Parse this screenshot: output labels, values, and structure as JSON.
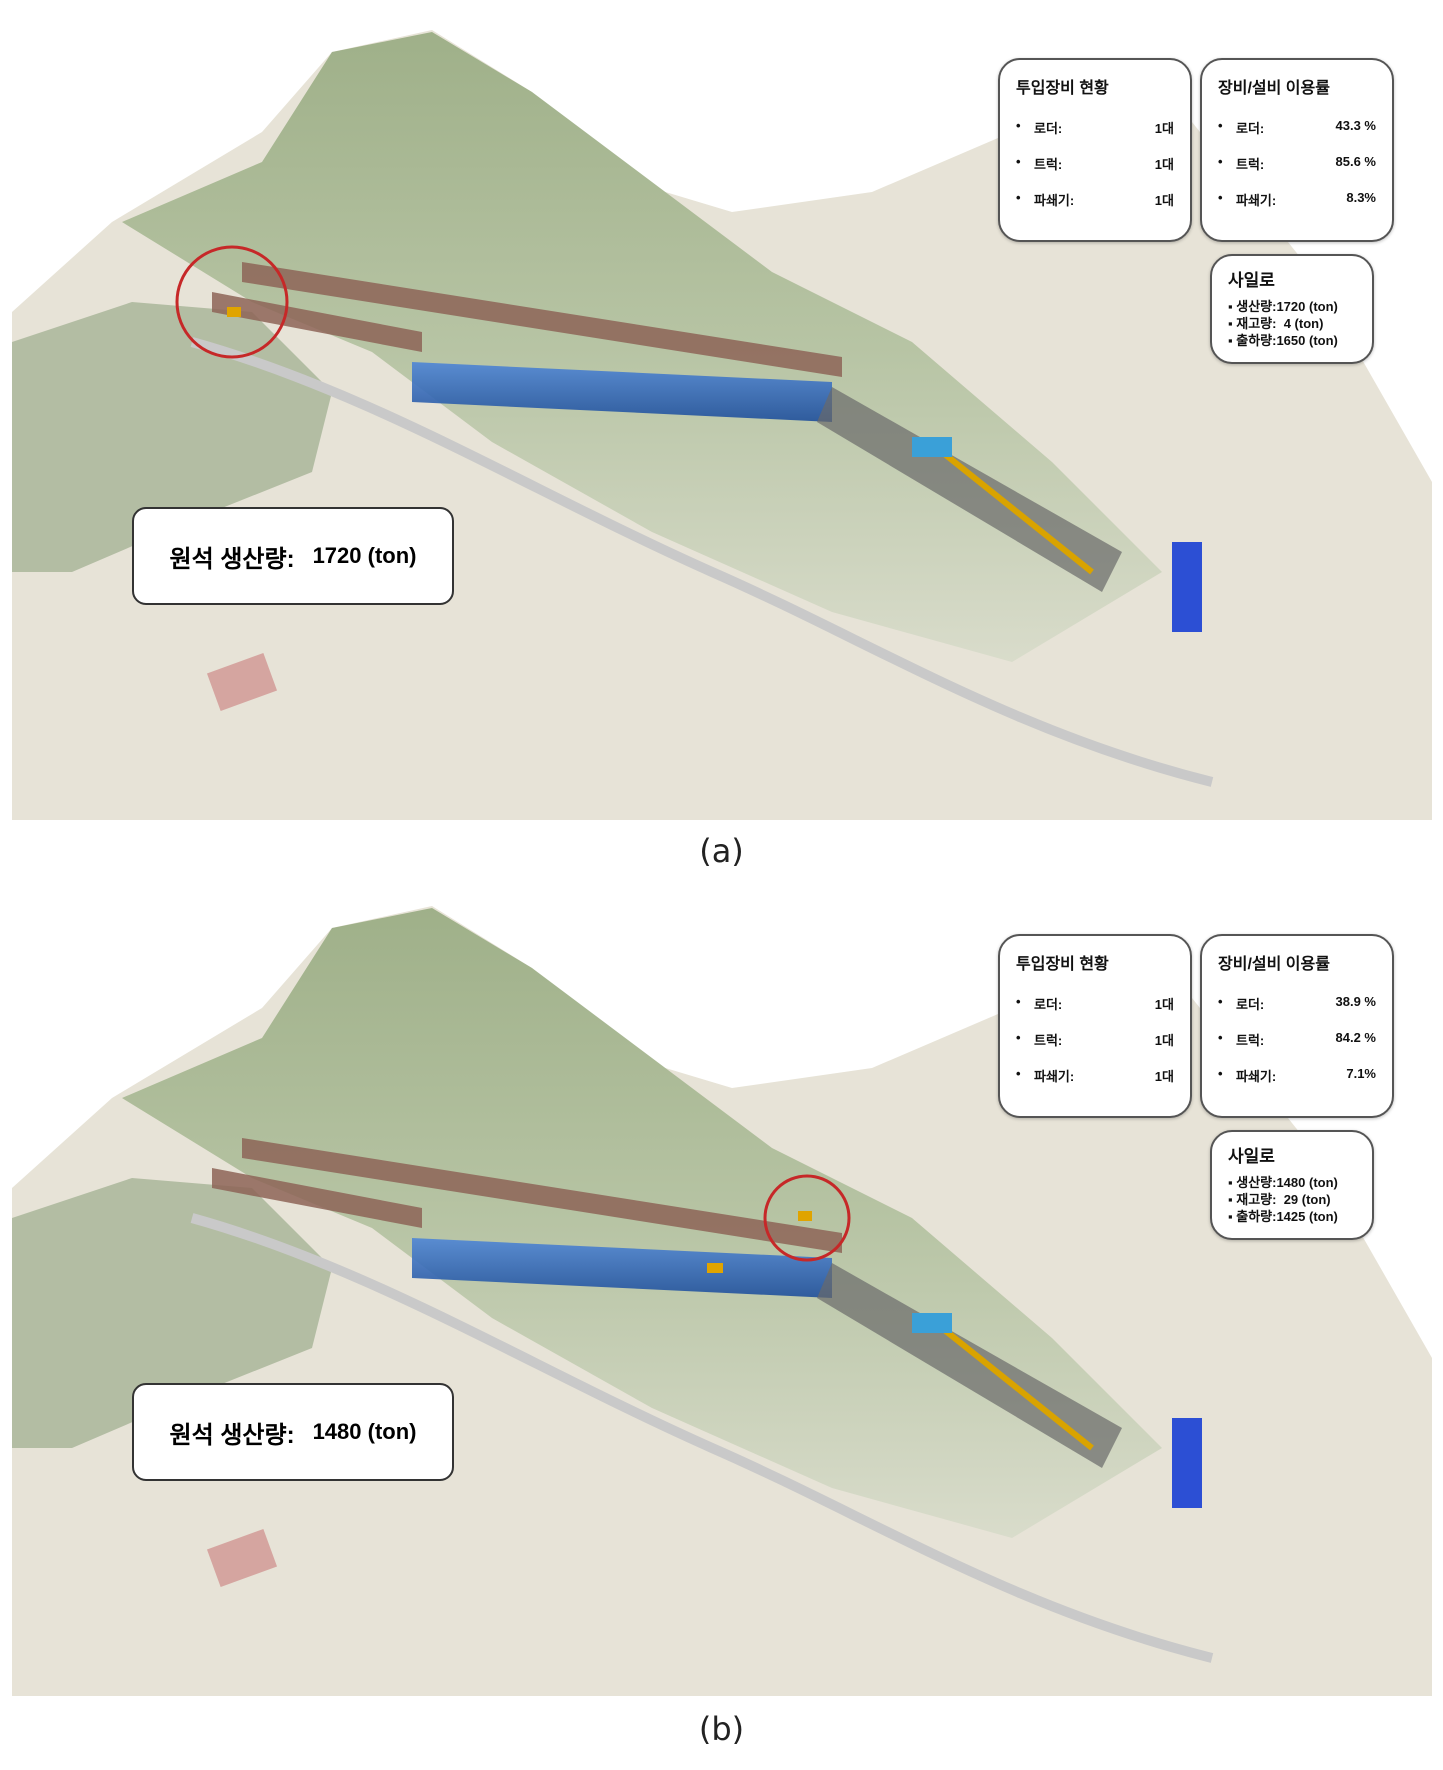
{
  "panels": [
    {
      "caption": "(a)",
      "equipment": {
        "title": "투입장비 현황",
        "items": [
          {
            "label": "로더:",
            "value": "1대"
          },
          {
            "label": "트럭:",
            "value": "1대"
          },
          {
            "label": "파쇄기:",
            "value": "1대"
          }
        ]
      },
      "utilization": {
        "title": "장비/설비 이용률",
        "items": [
          {
            "label": "로더:",
            "value": "43.3 %"
          },
          {
            "label": "트럭:",
            "value": "85.6 %"
          },
          {
            "label": "파쇄기:",
            "value": "8.3%"
          }
        ]
      },
      "silo": {
        "title": "사일로",
        "items": [
          {
            "label": "생산량:",
            "value": "1720 (ton)"
          },
          {
            "label": "재고량:",
            "value": "4 (ton)"
          },
          {
            "label": "출하량:",
            "value": "1650 (ton)"
          }
        ]
      },
      "production": {
        "label": "원석 생산량:",
        "value": "1720 (ton)"
      }
    },
    {
      "caption": "(b)",
      "equipment": {
        "title": "투입장비 현황",
        "items": [
          {
            "label": "로더:",
            "value": "1대"
          },
          {
            "label": "트럭:",
            "value": "1대"
          },
          {
            "label": "파쇄기:",
            "value": "1대"
          }
        ]
      },
      "utilization": {
        "title": "장비/설비 이용률",
        "items": [
          {
            "label": "로더:",
            "value": "38.9 %"
          },
          {
            "label": "트럭:",
            "value": "84.2 %"
          },
          {
            "label": "파쇄기:",
            "value": "7.1%"
          }
        ]
      },
      "silo": {
        "title": "사일로",
        "items": [
          {
            "label": "생산량:",
            "value": "1480 (ton)"
          },
          {
            "label": "재고량:",
            "value": "29 (ton)"
          },
          {
            "label": "출하량:",
            "value": "1425 (ton)"
          }
        ]
      },
      "production": {
        "label": "원석 생산량:",
        "value": "1480 (ton)"
      }
    }
  ]
}
